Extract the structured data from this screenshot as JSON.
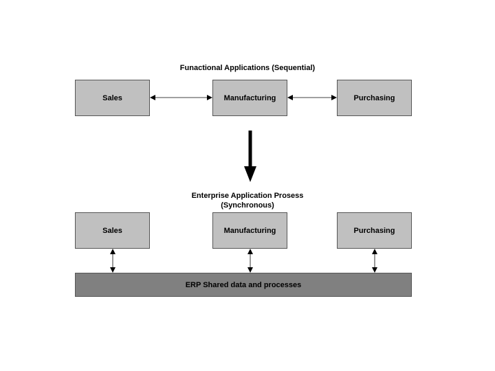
{
  "top": {
    "title": "Funactional Applications (Sequential)",
    "boxes": [
      "Sales",
      "Manufacturing",
      "Purchasing"
    ]
  },
  "bottom": {
    "title_line1": "Enterprise Application Prosess",
    "title_line2": "(Synchronous)",
    "boxes": [
      "Sales",
      "Manufacturing",
      "Purchasing"
    ],
    "shared_bar": "ERP Shared data and processes"
  },
  "colors": {
    "box_fill": "#c0c0c0",
    "erp_fill": "#808080",
    "border": "#555555"
  }
}
